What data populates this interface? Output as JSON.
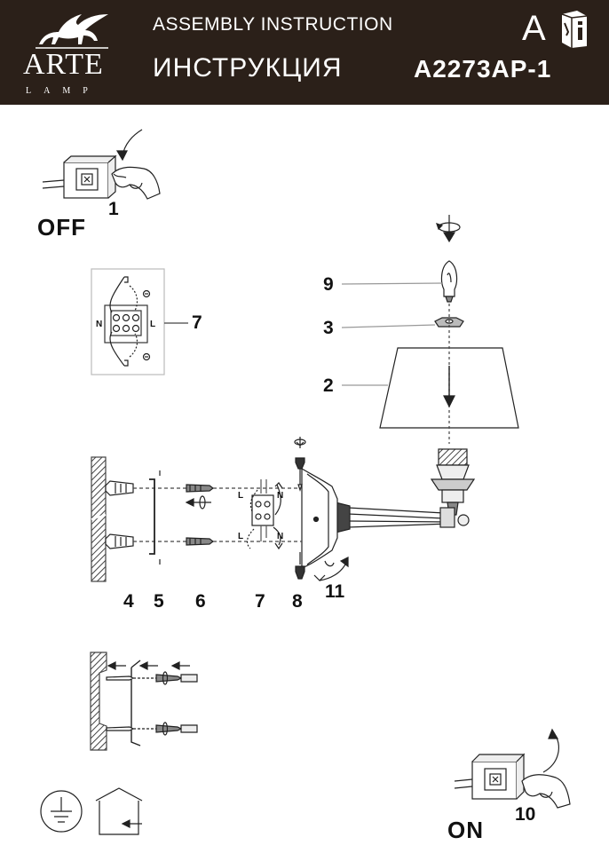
{
  "header": {
    "brand": "ARTE",
    "brand_sub": "LAMP",
    "title_en": "ASSEMBLY INSTRUCTION",
    "title_ru": "ИНСТРУКЦИЯ",
    "lang_letter": "A",
    "model": "A2273AP-1",
    "colors": {
      "background": "#2b2019",
      "text": "#ffffff"
    }
  },
  "icons": {
    "logo": "winged-lion-logo",
    "manual": "manual-book-icon",
    "ground": "ground-symbol-icon",
    "indoor": "indoor-house-icon"
  },
  "steps": {
    "off_label": "OFF",
    "on_label": "ON",
    "step_1": "1",
    "step_10": "10",
    "step_11": "11"
  },
  "terminal": {
    "label_n": "N",
    "label_l": "L",
    "part": "7"
  },
  "parts": {
    "bulb": "9",
    "ring": "3",
    "shade": "2",
    "dowel": "4",
    "bracket": "5",
    "screw": "6",
    "block": "7",
    "cap_screw": "8"
  },
  "wiring_labels": {
    "l_top": "L",
    "n_top": "N",
    "l_bottom": "L",
    "n_bottom": "N"
  }
}
